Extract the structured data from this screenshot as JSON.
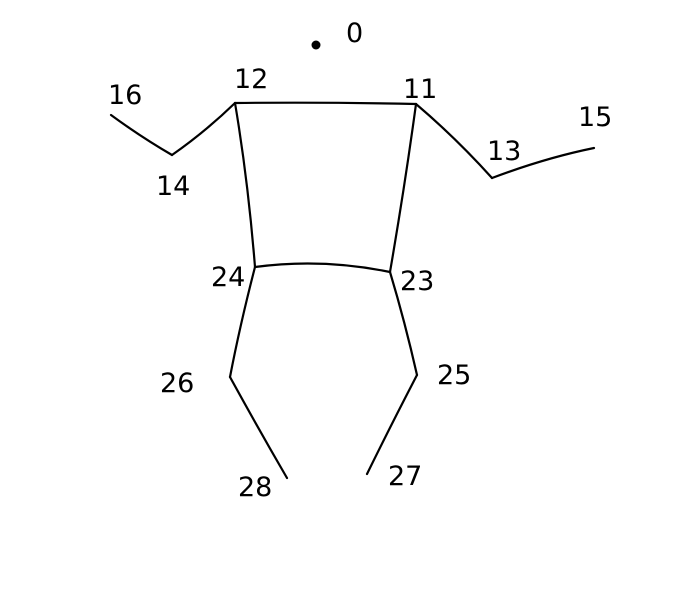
{
  "ink_color": "#000000",
  "background_color": "#ffffff",
  "landmarks": [
    {
      "id": "0",
      "label": "0"
    },
    {
      "id": "11",
      "label": "11"
    },
    {
      "id": "12",
      "label": "12"
    },
    {
      "id": "13",
      "label": "13"
    },
    {
      "id": "14",
      "label": "14"
    },
    {
      "id": "15",
      "label": "15"
    },
    {
      "id": "16",
      "label": "16"
    },
    {
      "id": "23",
      "label": "23"
    },
    {
      "id": "24",
      "label": "24"
    },
    {
      "id": "25",
      "label": "25"
    },
    {
      "id": "26",
      "label": "26"
    },
    {
      "id": "27",
      "label": "27"
    },
    {
      "id": "28",
      "label": "28"
    }
  ],
  "connections": [
    [
      "12",
      "11"
    ],
    [
      "12",
      "14"
    ],
    [
      "14",
      "16"
    ],
    [
      "11",
      "13"
    ],
    [
      "13",
      "15"
    ],
    [
      "12",
      "24"
    ],
    [
      "11",
      "23"
    ],
    [
      "24",
      "23"
    ],
    [
      "24",
      "26"
    ],
    [
      "26",
      "28"
    ],
    [
      "23",
      "25"
    ],
    [
      "25",
      "27"
    ]
  ]
}
